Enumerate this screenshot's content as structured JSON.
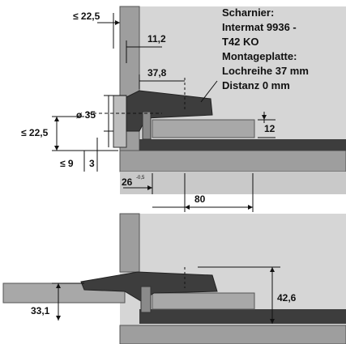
{
  "spec": {
    "lines": [
      "Scharnier:",
      "Intermat 9936 -",
      "T42 KO",
      "Montageplatte:",
      "Lochreihe 37 mm",
      "Distanz 0 mm"
    ]
  },
  "dims": {
    "top_overlay": "≤ 22,5",
    "d_11_2": "11,2",
    "d_37_8": "37,8",
    "dia_35": "ø 35",
    "left_22_5": "≤ 22,5",
    "d_12": "12",
    "d_9": "≤ 9",
    "d_3": "3",
    "d_26": "26",
    "d_26_sup": "-0,5",
    "d_80": "80",
    "d_42_6": "42,6",
    "d_33_1": "33,1"
  },
  "colors": {
    "cabinet": "#d6d6d6",
    "door": "#9a9a9a",
    "plate": "#a8a8a8",
    "hinge": "#3d3d3d",
    "bg": "#ffffff"
  }
}
